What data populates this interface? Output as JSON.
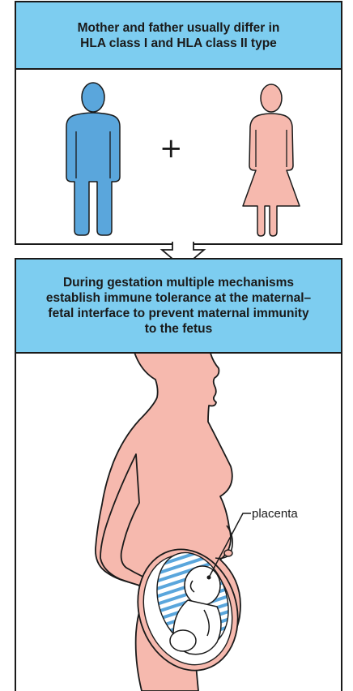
{
  "top_panel": {
    "header_lines": [
      "Mother and father usually differ in",
      "HLA class I and HLA class II type"
    ],
    "plus_sign": "+"
  },
  "bottom_panel": {
    "header_lines": [
      "During gestation multiple mechanisms",
      "establish immune tolerance at the maternal–",
      "fetal interface to prevent maternal immunity",
      "to the fetus"
    ],
    "placenta_label": "placenta"
  },
  "colors": {
    "header_bg": "#7dcdf0",
    "father": "#5aa6dc",
    "mother": "#f6b9ae",
    "outline": "#1a1a1a",
    "placenta_stripe": "#5aa6dc"
  }
}
